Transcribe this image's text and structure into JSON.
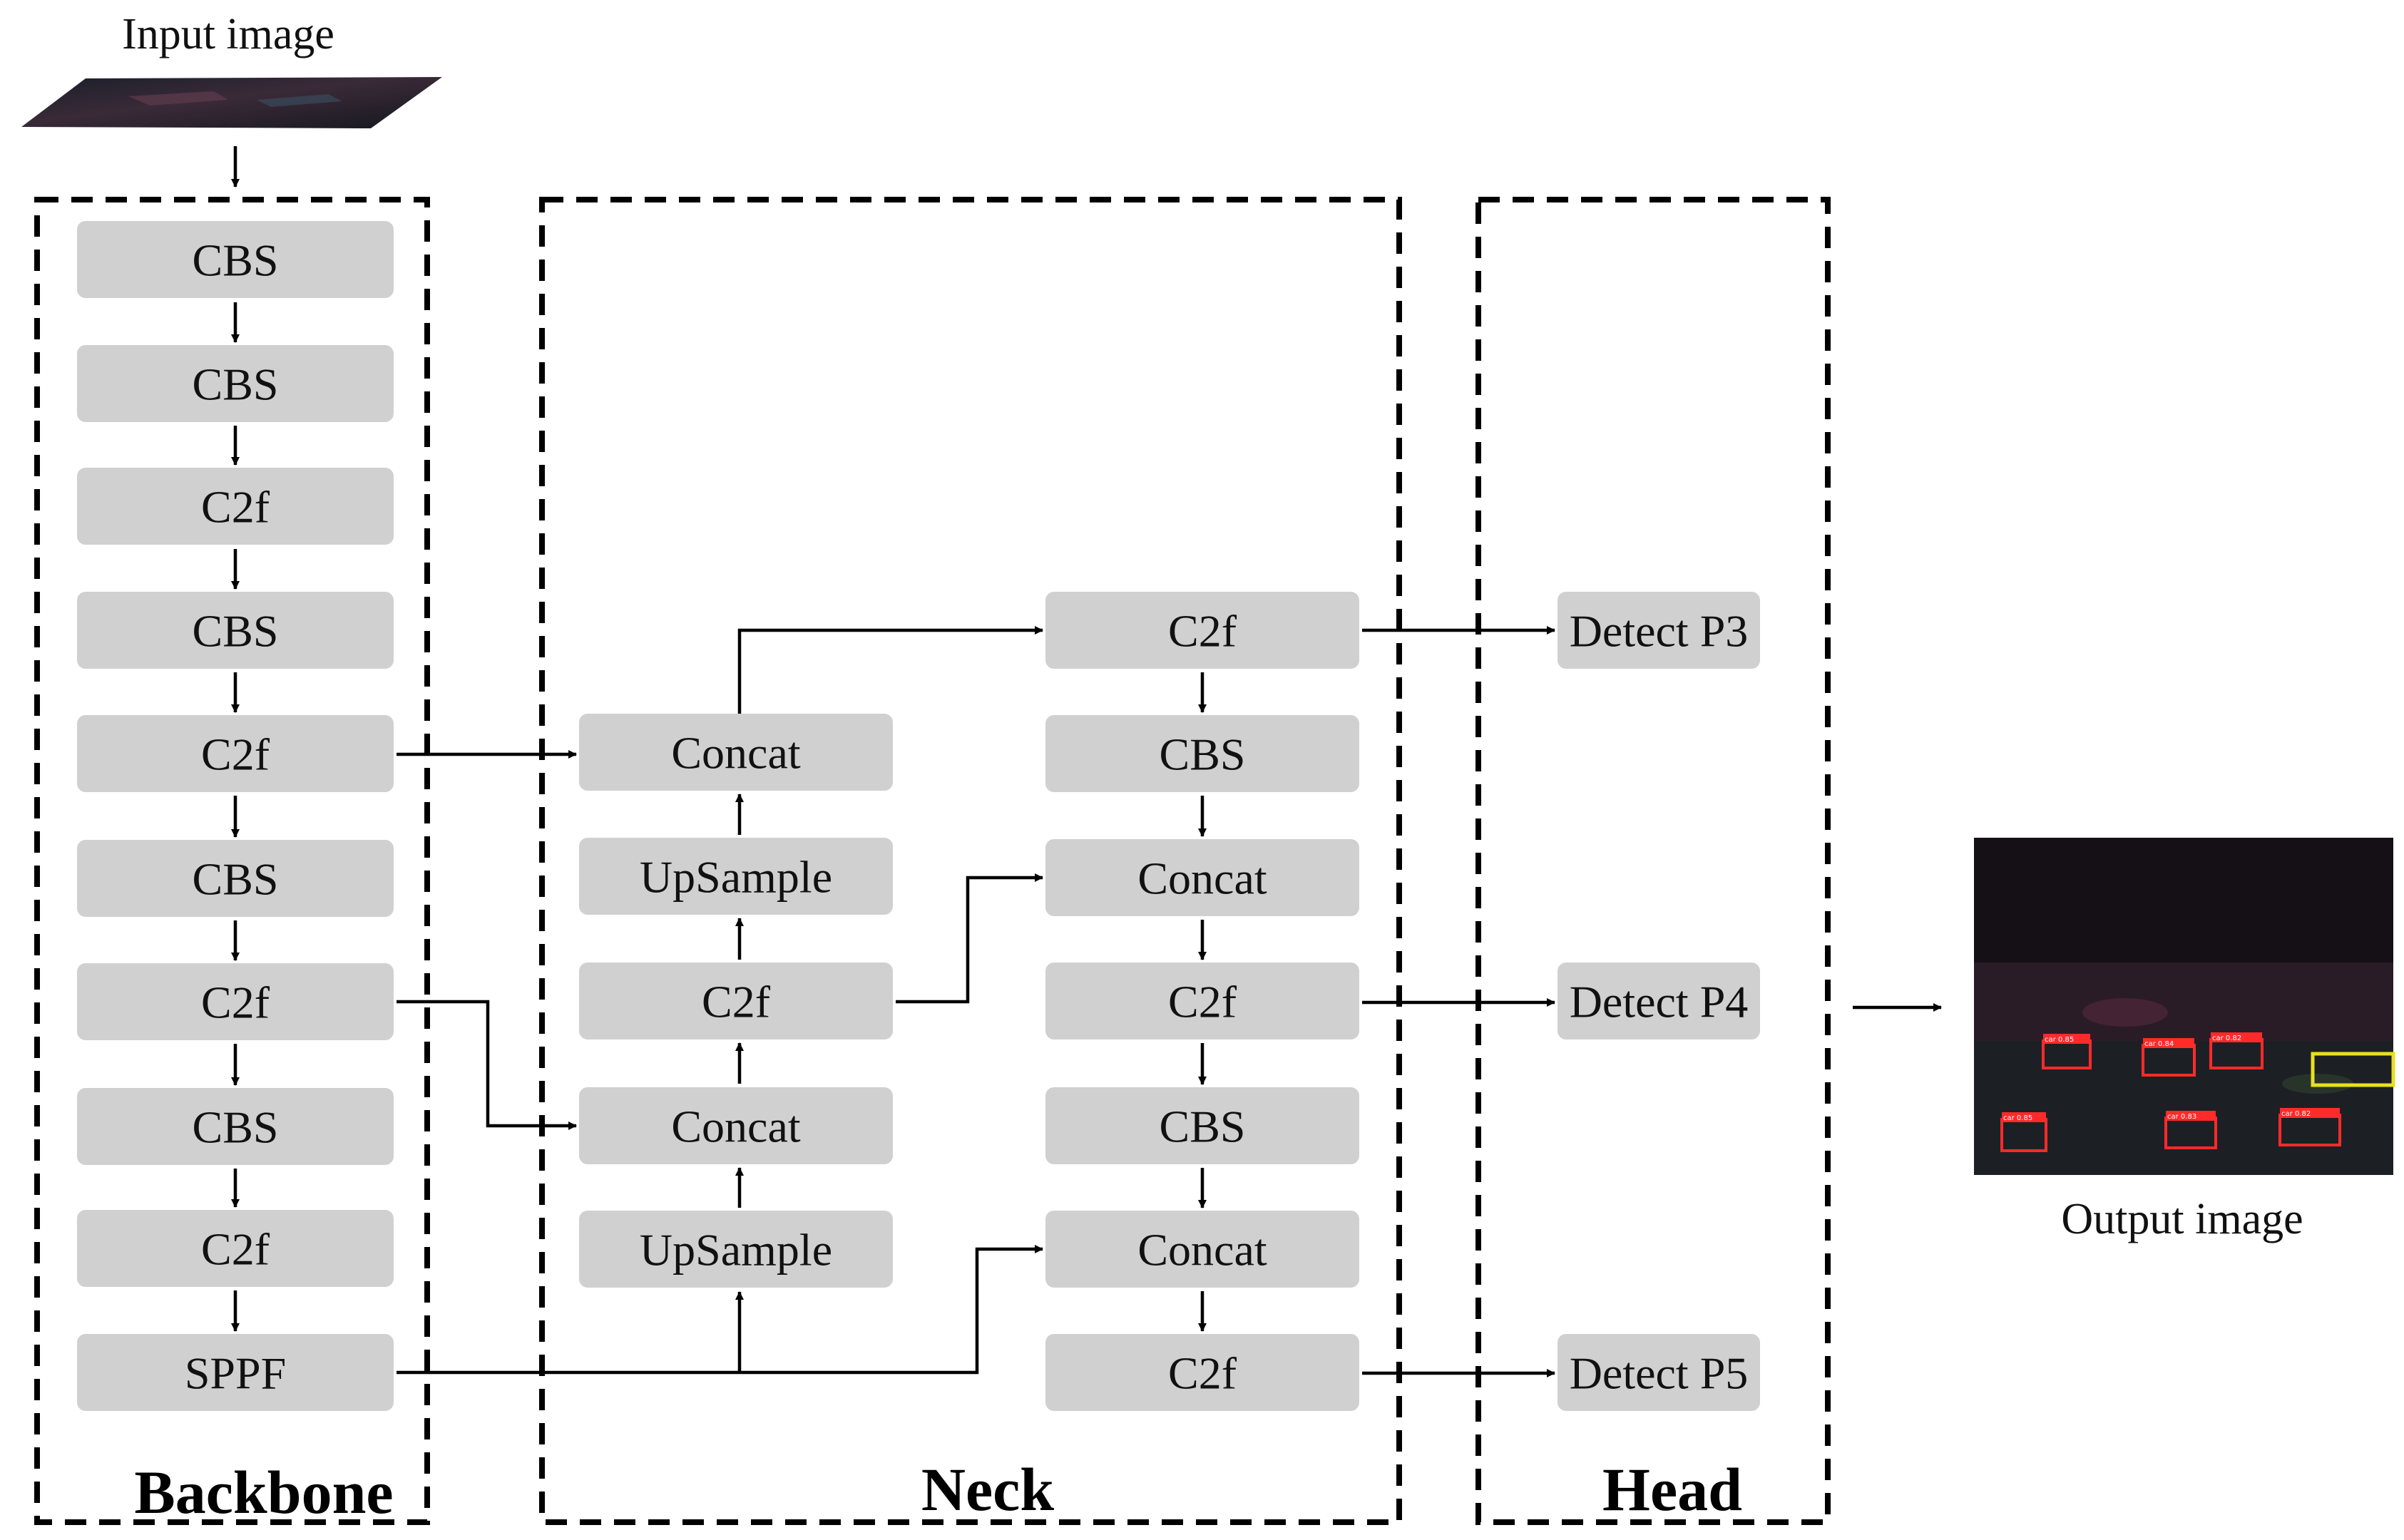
{
  "captions": {
    "input": "Input image",
    "output": "Output image"
  },
  "sections": {
    "backbone": "Backbone",
    "neck": "Neck",
    "head": "Head"
  },
  "backbone": [
    "CBS",
    "CBS",
    "C2f",
    "CBS",
    "C2f",
    "CBS",
    "C2f",
    "CBS",
    "C2f",
    "SPPF"
  ],
  "neck_left": {
    "concat_top": "Concat",
    "upsample_top": "UpSample",
    "c2f": "C2f",
    "concat_bottom": "Concat",
    "upsample_bottom": "UpSample"
  },
  "neck_right": [
    "C2f",
    "CBS",
    "Concat",
    "C2f",
    "CBS",
    "Concat",
    "C2f"
  ],
  "head": [
    "Detect P3",
    "Detect P4",
    "Detect P5"
  ],
  "output_detections": [
    "car 0.85",
    "car 0.84",
    "car 0.82",
    "car 0.85",
    "car 0.83",
    "car 0.82"
  ],
  "colors": {
    "box_fill": "#d1d0d0",
    "detection_box": "#ff2a2a",
    "detection_box_alt": "#e8e020"
  }
}
